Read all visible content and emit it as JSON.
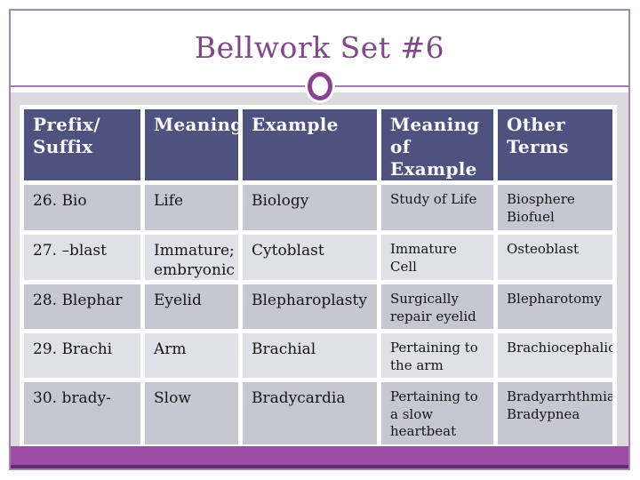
{
  "slide": {
    "title": "Bellwork Set #6"
  },
  "table": {
    "headers": [
      "Prefix/\nSuffix",
      "Meaning",
      "Example",
      "Meaning of\nExample",
      "Other\nTerms"
    ],
    "rows": [
      {
        "cells": [
          "26. Bio",
          "Life",
          "Biology",
          "Study of Life",
          "Biosphere\nBiofuel"
        ]
      },
      {
        "cells": [
          "27. –blast",
          "Immature;\nembryonic",
          "Cytoblast",
          "Immature\nCell",
          "Osteoblast"
        ]
      },
      {
        "cells": [
          "28. Blephar",
          "Eyelid",
          "Blepharoplasty",
          "Surgically\nrepair eyelid",
          "Blepharotomy"
        ]
      },
      {
        "cells": [
          "29. Brachi",
          "Arm",
          "Brachial",
          "Pertaining to\nthe arm",
          "Brachiocephalic"
        ]
      },
      {
        "cells": [
          "30. brady-",
          "Slow",
          "Bradycardia",
          "Pertaining to\na slow\nheartbeat",
          "Bradyarrhthmia\nBradypnea"
        ]
      }
    ]
  },
  "theme": {
    "header_bg": "#4f527e",
    "row_dark": "#c7c7d2",
    "row_light": "#e0e0e8",
    "title_color": "#7d4a86",
    "ornament_purple": "#8b4191",
    "accent_bar": "#9e4da6",
    "accent_bar_edge": "#652a6b",
    "content_bg": "#dbdbdd",
    "border_purple": "#a286ae"
  }
}
